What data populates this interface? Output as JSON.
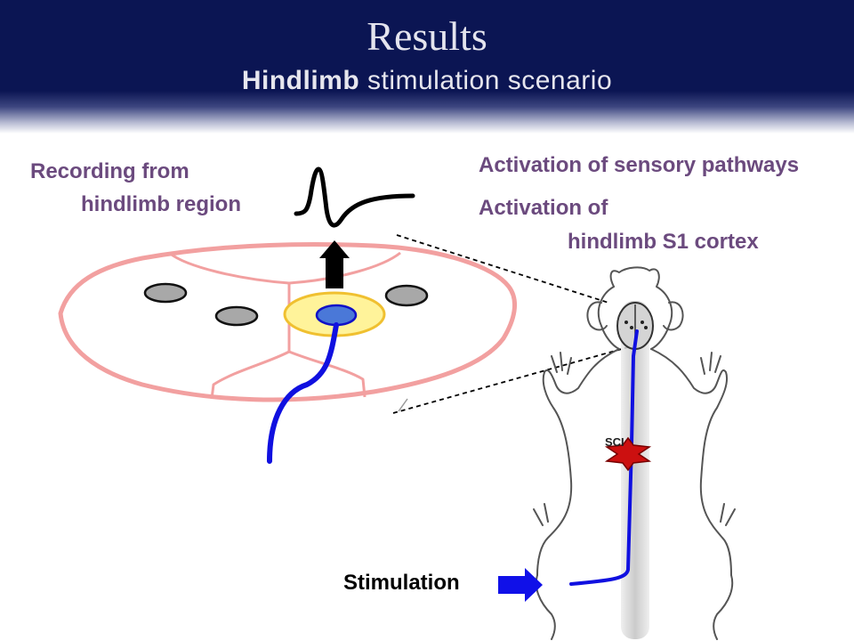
{
  "slide": {
    "title": "Results",
    "subtitle_bold": "Hindlimb",
    "subtitle_rest": " stimulation scenario"
  },
  "labels": {
    "recording_line1": "Recording from",
    "recording_line2": "hindlimb region",
    "sensory": "Activation of sensory pathways",
    "activation_line1": "Activation of",
    "activation_line2": "hindlimb S1 cortex",
    "sci": "SCI",
    "stimulation": "Stimulation"
  },
  "colors": {
    "header_bg": "#0b1553",
    "label_text": "#6b4a7e",
    "brain_outline": "#f2a0a0",
    "active_region": "#fff39a",
    "active_region_border": "#f0c030",
    "electrode": "#1010e0",
    "electrode_tip": "#4a78d8",
    "inactive_electrode": "#a8a8a8",
    "lesion": "#cc1010",
    "stim_arrow": "#1010e8"
  },
  "icons": {
    "up_arrow": "black-up-arrow-icon",
    "stim_arrow": "blue-right-arrow-icon",
    "lesion": "red-star-icon"
  }
}
